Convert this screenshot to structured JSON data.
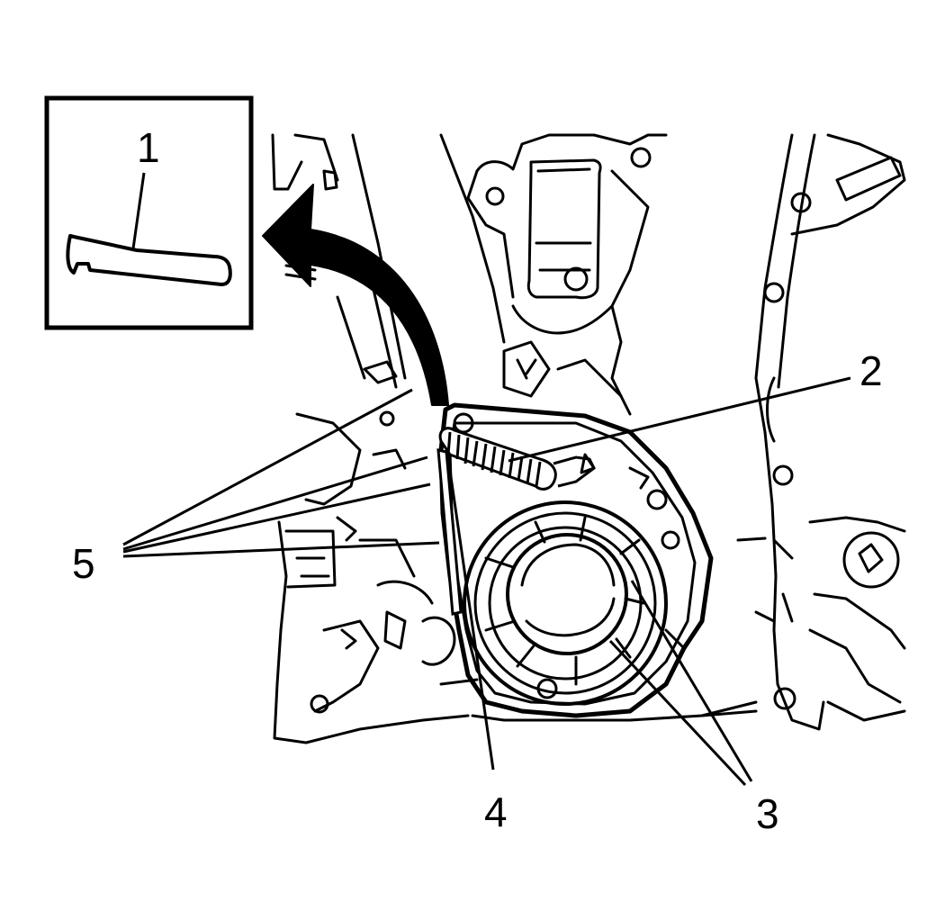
{
  "diagram": {
    "inset": {
      "label": "1"
    },
    "callouts": [
      {
        "id": "callout-2",
        "label": "2"
      },
      {
        "id": "callout-3",
        "label": "3"
      },
      {
        "id": "callout-4",
        "label": "4"
      },
      {
        "id": "callout-5",
        "label": "5"
      }
    ],
    "colors": {
      "line": "#000000",
      "background": "#ffffff"
    }
  }
}
